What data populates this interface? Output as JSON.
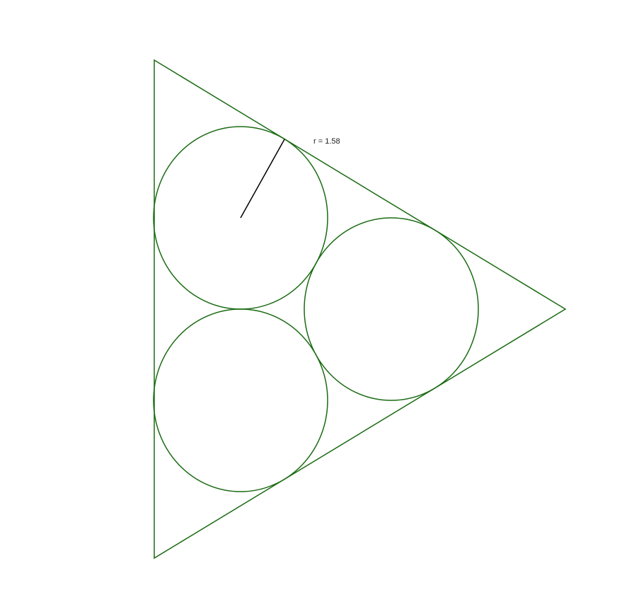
{
  "diagram": {
    "shape_color": "#1a6b12",
    "radius_line_color": "#000000",
    "radius_label": "r = 1.58",
    "circle_count": 3,
    "shapes": [
      "equilateral-triangle",
      "inscribed-circle-top",
      "inscribed-circle-bottom",
      "inscribed-circle-right"
    ]
  }
}
